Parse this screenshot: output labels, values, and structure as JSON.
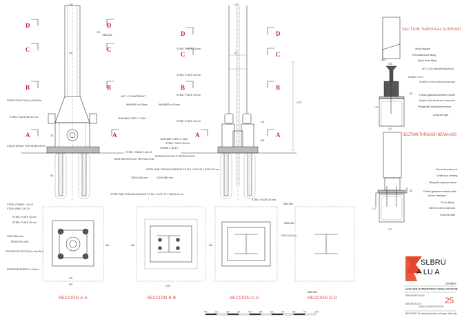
{
  "section_markers": [
    "D",
    "C",
    "B",
    "A"
  ],
  "elevation_left": {
    "dims": {
      "top": "120",
      "mid": "320",
      "right": "1345",
      "h1": "125",
      "h2": "150",
      "h3": "200"
    },
    "labels": [
      "HEB-280",
      "NUT + COUNTERNUT",
      "WASHER e=25mm",
      "PERFORATED STEEL BAR ST-52 Ø90 mm, HOLLOW Ø50 mm",
      "STEEL PLATE DE 30 mm",
      "BAR Ø80 STEEL F-1140",
      "COUNTERNUT FOR NIVELATION",
      "STEEL FRAME L-80.10",
      "MORTAR WITHOUT RETRACTION",
      "GEWI Ø40 mm",
      "STEEL BAR FOR ANCHORAGE ST-52 L=1.20+75 1 EACH 20 cm"
    ]
  },
  "elevation_mid": {
    "dims": {
      "top": "120",
      "w": "270",
      "h1": "1070",
      "h2": "125",
      "h3": "550"
    },
    "labels": [
      "STEEL PLATE 25 mm",
      "STEEL PLATE 30 mm",
      "STEEL PLATE 10 mm",
      "WASHER e=25mm",
      "STEEL PLATE 30 mm",
      "BAR Ø80 STEEL F-1140",
      "STEEL PLATE 30 mm",
      "FRAME L-80.10",
      "MORTAR WITHOUT RETRACTION",
      "GEWI Ø40 mm",
      "STEEL BAR FOR ANCHORAGE ST-52 L=1.20+75 1 EACH 20 cm"
    ]
  },
  "plan_labels": {
    "a": [
      "STEEL FRAME L-80.10",
      "STEEL BAR L-80.10",
      "STEEL PLATE 30 mm",
      "STEEL PLATE 35 mm",
      "GEWI Ø40 mm",
      "RESIN FILLING",
      "PERFORATED STEEL BAR ST-52 Ø90 mm, hollow Ø50 mm",
      "REINFORCEMENT e=10mm"
    ],
    "a_dims": {
      "w": "550",
      "h": "660",
      "inner": "220"
    },
    "b_dims": {
      "w": "1025",
      "h": "660"
    },
    "c_labels": [
      "STEEL PLATE 35 mm",
      "HEB-280"
    ],
    "c_dims": {
      "h": "660"
    },
    "d_labels": [
      "STEEL PLATE 25 mm",
      "HEB-280",
      "HEB-280"
    ]
  },
  "captions": [
    "SECCIÓN A-A",
    "SECCIÓN B-B",
    "SECCIÓN C-C",
    "SECCIÓN D-D"
  ],
  "support": {
    "title": "SECTION THROUGH SUPPORT",
    "labels": [
      "Wood stopper",
      "Perforations for filling",
      "Epoxi resin filling",
      "DWT-T ·8.2·160· placed before filling with resin",
      "Shoffee 1 FC",
      "Plate 300x300 t=20 mm Tube SH-160.8 filled with mortar without retraction",
      "Folded galvanized steel profile",
      "Steel plate e=10mm with joints each 4 meters as much",
      "Filling with expansive mortar",
      "Concrete wall"
    ],
    "dims": {
      "a": "1455",
      "b": "0.95",
      "c": "120",
      "d": "120",
      "e": "170"
    }
  },
  "beam_axis": {
    "title": "SECTION THROUGH BEAM AXIS",
    "labels": [
      "Nut and counternut",
      "Continuous welding",
      "Filling with expansive mortar",
      "Folded galvanized steel profile",
      "Nut for nivelation",
      "20 cm filling",
      "M45/M10. Two on each axis, except on joints",
      "Concrete wall"
    ],
    "dims": {
      "a": "120",
      "b": "170",
      "c": "120"
    }
  },
  "title_block": {
    "logo": "SLBRÚ ALUA",
    "client": "ATARIA",
    "project": "NATURE INTERPRETATION CENTRE",
    "drawing_title": "FRAMEWORK ANCHORAGE DETAIL. WOOD DETAIL",
    "architects_label": "ARCHITECTS",
    "architects": "JOSE MARIA GARCÍA DEL MONTE · JUAN MANUEL HERRANZ · HARTMUT FRENZEL, ROBERTO COLOMBEZ",
    "sheet_number": "25",
    "footer": "QHS. ATARIA. 25. drawing. framework. anchorage. detail. dwg"
  },
  "scale_bar": [
    "0m",
    "1m",
    "2m",
    "3m",
    "4m",
    "5m",
    "6m",
    "7m",
    "8m",
    "9m",
    "10m"
  ],
  "colors": {
    "accent": "#d9453c",
    "section_marker": "#c8283a",
    "logo_red": "#e8452e"
  }
}
